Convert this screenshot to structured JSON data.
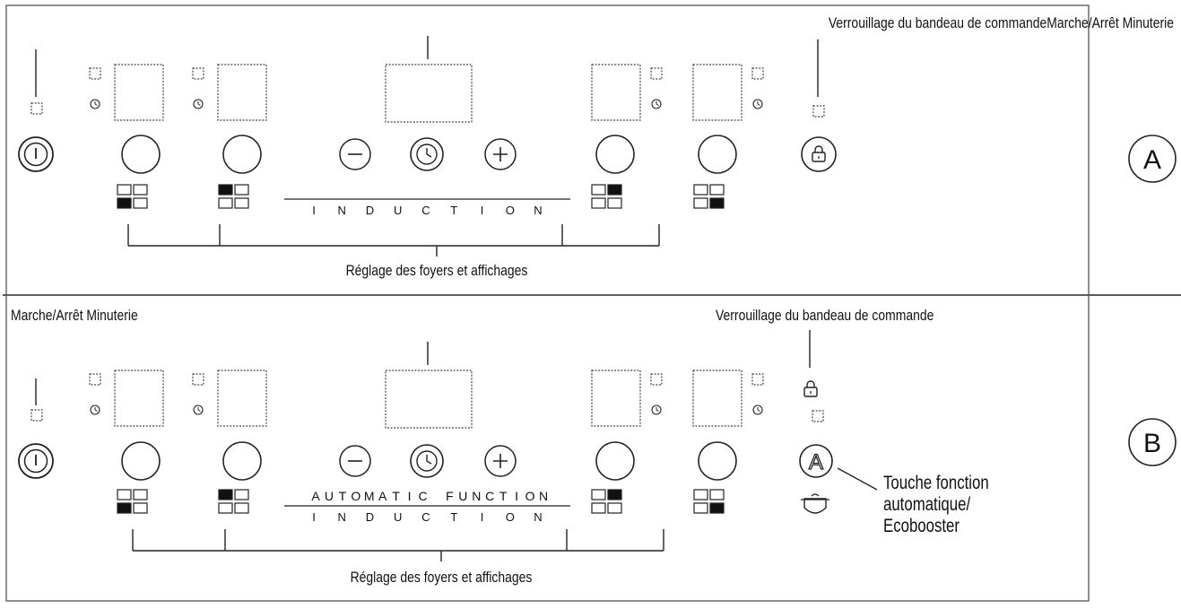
{
  "panel_a": {
    "letter": "A",
    "callout_top_right": "Verrouillage du bandeau de commandeMarche/Arrêt Minuterie",
    "band_label": "INDUCTION",
    "bottom_caption": "Réglage des foyers et affichages"
  },
  "panel_b": {
    "letter": "B",
    "callout_top_left": "Marche/Arrêt Minuterie",
    "callout_top_right": "Verrouillage du bandeau de commande",
    "band_label_top": "AUTOMATIC FUNCTION",
    "band_label": "INDUCTION",
    "auto_key_glyph": "A",
    "auto_key_caption": [
      "Touche fonction",
      "automatique/",
      "Ecobooster"
    ],
    "bottom_caption": "Réglage des foyers et affichages"
  },
  "icons": [
    "power-icon",
    "minus-icon",
    "clock-icon",
    "plus-icon",
    "lock-icon",
    "auto-function-icon",
    "pot-icon",
    "timer-small-icon",
    "zone-layout-icon",
    "indicator-led-icon",
    "display-window-icon"
  ]
}
